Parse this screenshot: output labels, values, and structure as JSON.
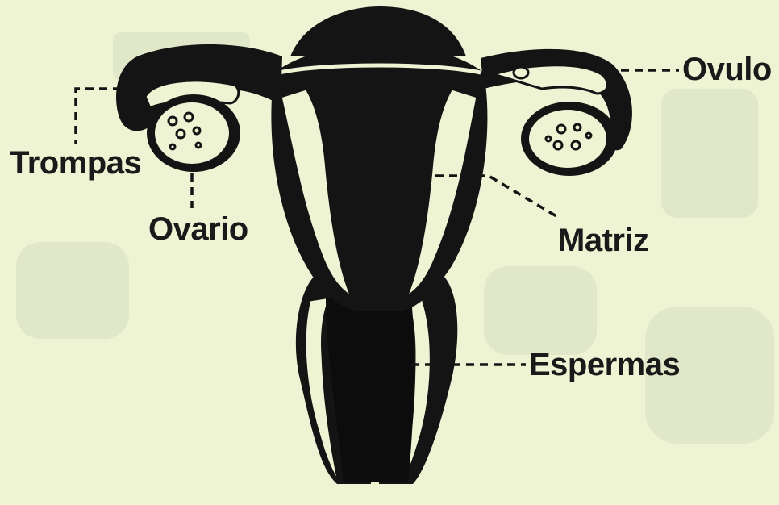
{
  "diagram": {
    "labels": {
      "ovulo": "Ovulo",
      "trompas": "Trompas",
      "ovario": "Ovario",
      "matriz": "Matriz",
      "espermas": "Espermas"
    },
    "colors": {
      "background": "#eef3d3",
      "ink": "#141414",
      "highlight": "#eef3d3"
    }
  }
}
